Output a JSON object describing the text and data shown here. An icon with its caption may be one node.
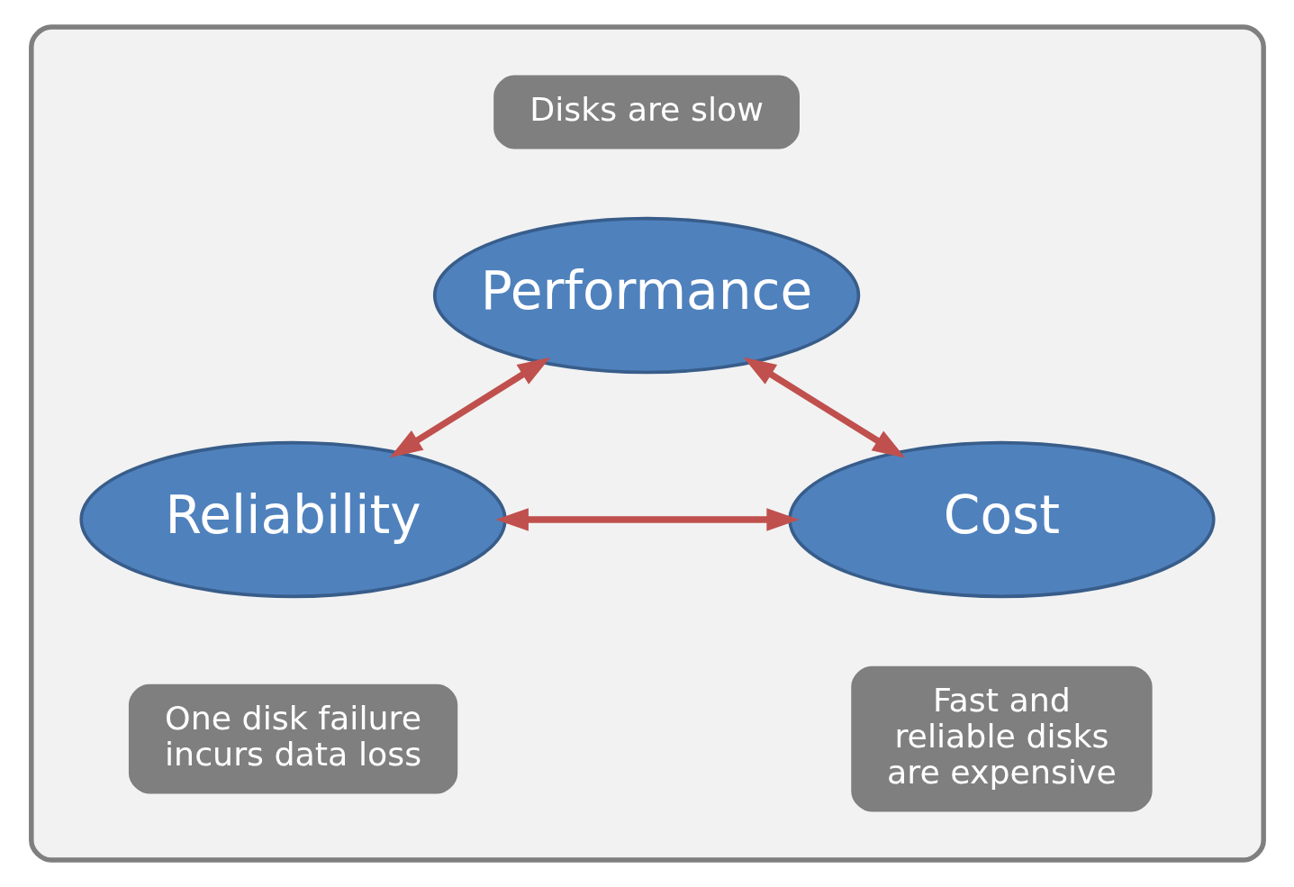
{
  "diagram": {
    "nodes": [
      {
        "text": [],
        "shape": "box"
      },
      {
        "text": [
          "Disks are slow"
        ],
        "in": 0
      },
      {
        "text": [
          "Performance"
        ],
        "in": 0
      },
      {
        "text": [
          "Reliability"
        ],
        "in": 0
      },
      {
        "text": [
          "Cost"
        ],
        "in": 0
      },
      {
        "text": [
          "One disk failure incurs data loss"
        ],
        "in": 0
      },
      {
        "text": [
          "Fast and reliable disks are expensive"
        ],
        "in": 0
      }
    ],
    "edges": [
      {
        "from": 2,
        "to": 3,
        "arrow": "both"
      },
      {
        "from": 2,
        "to": 4,
        "arrow": "both"
      },
      {
        "from": 3,
        "to": 4,
        "arrow": "both"
      }
    ]
  }
}
